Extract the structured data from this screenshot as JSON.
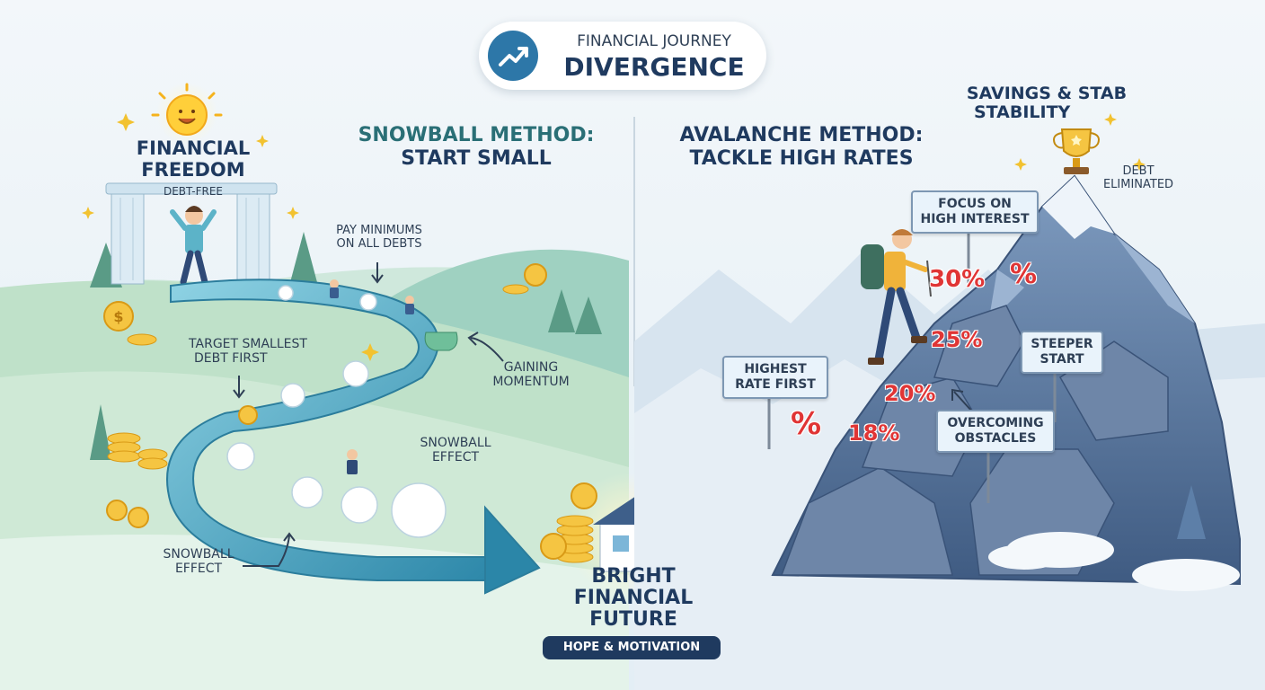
{
  "header": {
    "line1": "FINANCIAL JOURNEY",
    "line2": "DIVERGENCE"
  },
  "snowball": {
    "title_line1": "SNOWBALL METHOD:",
    "title_line2": "START SMALL",
    "goal_line1": "FINANCIAL",
    "goal_line2": "FREEDOM",
    "goal_sub": "DEBT-FREE",
    "pay_min_line1": "PAY MINIMUMS",
    "pay_min_line2": "ON ALL DEBTS",
    "target_line1": "TARGET SMALLEST",
    "target_line2": "DEBT FIRST",
    "momentum_line1": "GAINING",
    "momentum_line2": "MOMENTUM",
    "effect_mid_line1": "SNOWBALL",
    "effect_mid_line2": "EFFECT",
    "effect_low_line1": "SNOWBALL",
    "effect_low_line2": "EFFECT"
  },
  "center": {
    "line1": "BRIGHT",
    "line2": "FINANCIAL",
    "line3": "FUTURE",
    "badge": "HOPE & MOTIVATION"
  },
  "avalanche": {
    "title_line1": "AVALANCHE METHOD:",
    "title_line2": "TACKLE HIGH RATES",
    "peak_line1": "SAVINGS & STAB",
    "peak_line2": "STABILITY",
    "eliminated_line1": "DEBT",
    "eliminated_line2": "ELIMINATED",
    "focus_line1": "FOCUS ON",
    "focus_line2": "HIGH INTEREST",
    "steeper_line1": "STEEPER",
    "steeper_line2": "START",
    "highest_line1": "HIGHEST",
    "highest_line2": "RATE FIRST",
    "obstacles_line1": "OVERCOMING",
    "obstacles_line2": "OBSTACLES",
    "rates": [
      "30%",
      "%",
      "25%",
      "20%",
      "%",
      "18%"
    ]
  },
  "colors": {
    "teal": "#2a6f76",
    "navy": "#1f3a5f",
    "rate_red": "#e03535",
    "mountain": "#5d7aa0",
    "path_blue": "#3a9cb8"
  }
}
